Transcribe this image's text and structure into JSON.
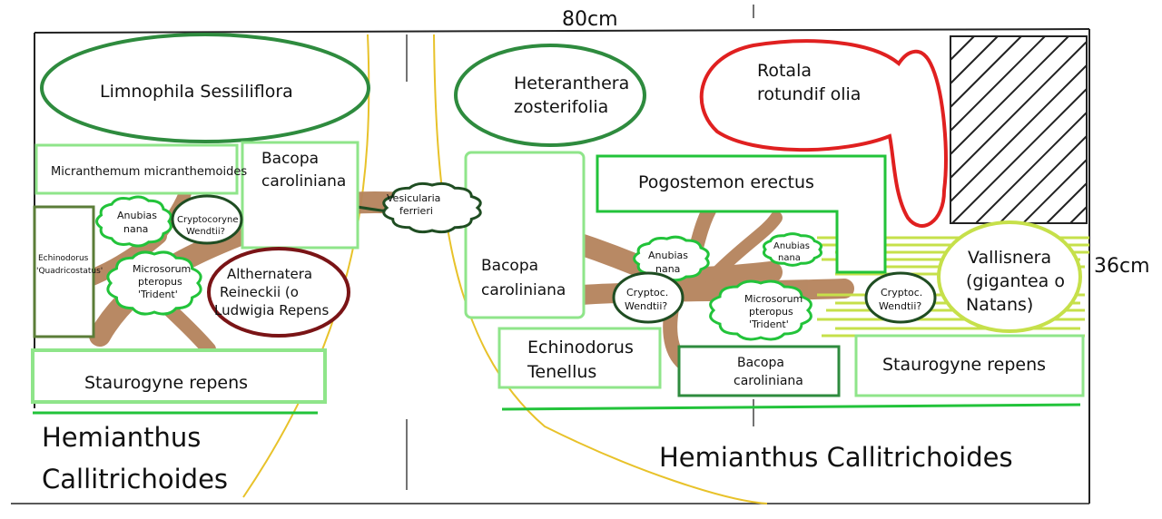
{
  "dimensions": {
    "width_label": "80cm",
    "height_label": "36cm"
  },
  "plants": {
    "limnophila": "Limnophila Sessiliflora",
    "heteranthera": [
      "Heteranthera",
      "zosterifolia"
    ],
    "rotala": [
      "Rotala",
      "rotundif olia"
    ],
    "micranthemum": "Micranthemum micranthemoides",
    "bacopa_top": [
      "Bacopa",
      "caroliniana"
    ],
    "vesicularia": [
      "Vesicularia",
      "ferrieri"
    ],
    "bacopa_left": [
      "Bacopa",
      "caroliniana"
    ],
    "pogostemon": "Pogostemon erectus",
    "anubias_left": [
      "Anubias",
      "nana"
    ],
    "crypto_left": [
      "Cryptocoryne",
      "Wendtii?"
    ],
    "echinodorus_q": [
      "Echinodorus",
      "'Quadricostatus'"
    ],
    "microsorum_left": [
      "Microsorum",
      "pteropus",
      "'Trident'"
    ],
    "alternanthera": [
      "Althernatera",
      "Reineckii (o",
      "Ludwigia Repens"
    ],
    "anubias_mid": [
      "Anubias",
      "nana"
    ],
    "anubias_right": [
      "Anubias",
      "nana"
    ],
    "crypto_mid": [
      "Cryptoc.",
      "Wendtii?"
    ],
    "microsorum_right": [
      "Microsorum",
      "pteropus",
      "'Trident'"
    ],
    "crypto_right": [
      "Cryptoc.",
      "Wendtii?"
    ],
    "vallisnera": [
      "Vallisnera",
      "(gigantea o",
      "Natans)"
    ],
    "staurogyne_left": "Staurogyne repens",
    "echinodorus_t": [
      "Echinodorus",
      "Tenellus"
    ],
    "bacopa_bottom": [
      "Bacopa",
      "caroliniana"
    ],
    "staurogyne_right": "Staurogyne repens",
    "hemianthus_left": [
      "Hemianthus",
      "Callitrichoides"
    ],
    "hemianthus_right": "Hemianthus Callitrichoides"
  },
  "colors": {
    "dark_green": "#2e8b3e",
    "mid_green": "#22c33a",
    "light_green": "#8fe58a",
    "lime": "#c6e04a",
    "red": "#e02020",
    "maroon": "#7a1416",
    "olive": "#5b7d38",
    "wood": "#b5835c",
    "sand_line": "#e8c22a",
    "moss": "#1f4d22"
  }
}
